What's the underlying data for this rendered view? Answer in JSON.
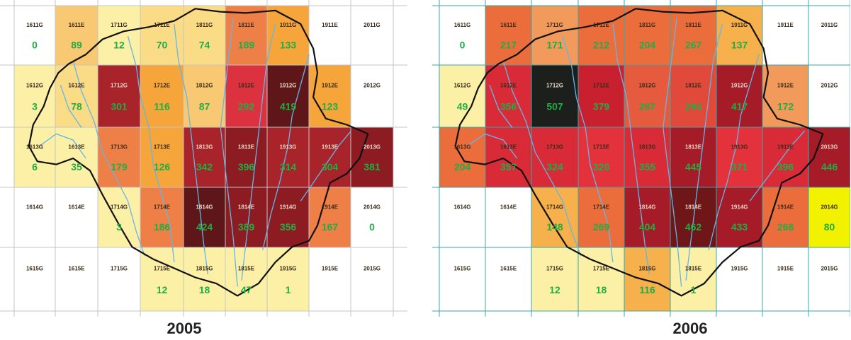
{
  "maps": [
    {
      "year": "2005",
      "colors": {
        "grid": "#c4c4c4",
        "boundary": "#111111",
        "river": "#63b6e6",
        "count": "#1fae43",
        "code": "#3a2a1a"
      },
      "cells": [
        [
          {
            "code": "1611G",
            "count": "0",
            "color": "#ffffff"
          },
          {
            "code": "1611E",
            "count": "89",
            "color": "#f9c873"
          },
          {
            "code": "1711G",
            "count": "12",
            "color": "#fbf0a6"
          },
          {
            "code": "1711E",
            "count": "70",
            "color": "#fbdc86"
          },
          {
            "code": "1811G",
            "count": "74",
            "color": "#fbdc86"
          },
          {
            "code": "1811E",
            "count": "189",
            "color": "#ee8047"
          },
          {
            "code": "1911G",
            "count": "133",
            "color": "#f6a53a"
          },
          {
            "code": "1911E",
            "count": "",
            "color": "#ffffff"
          },
          {
            "code": "2011G",
            "count": "",
            "color": "#ffffff"
          }
        ],
        [
          {
            "code": "1612G",
            "count": "3",
            "color": "#fbf0a6"
          },
          {
            "code": "1612E",
            "count": "78",
            "color": "#fbdc86"
          },
          {
            "code": "1712G",
            "count": "301",
            "color": "#a8232a"
          },
          {
            "code": "1712E",
            "count": "116",
            "color": "#f6a53a"
          },
          {
            "code": "1812G",
            "count": "87",
            "color": "#f9c873"
          },
          {
            "code": "1812E",
            "count": "292",
            "color": "#dc3240"
          },
          {
            "code": "1912G",
            "count": "419",
            "color": "#5e1618"
          },
          {
            "code": "1912E",
            "count": "123",
            "color": "#f6a53a"
          },
          {
            "code": "2012G",
            "count": "",
            "color": "#ffffff"
          }
        ],
        [
          {
            "code": "1613G",
            "count": "6",
            "color": "#fbf0a6"
          },
          {
            "code": "1613E",
            "count": "35",
            "color": "#fbf0a6"
          },
          {
            "code": "1713G",
            "count": "179",
            "color": "#ee8047"
          },
          {
            "code": "1713E",
            "count": "126",
            "color": "#f6a53a"
          },
          {
            "code": "1813G",
            "count": "342",
            "color": "#a8232a"
          },
          {
            "code": "1813E",
            "count": "396",
            "color": "#8c1c22"
          },
          {
            "code": "1913G",
            "count": "314",
            "color": "#a8232a"
          },
          {
            "code": "1913E",
            "count": "304",
            "color": "#a8232a"
          },
          {
            "code": "2013G",
            "count": "381",
            "color": "#8c1c22"
          }
        ],
        [
          {
            "code": "1614G",
            "count": "",
            "color": "#ffffff"
          },
          {
            "code": "1614E",
            "count": "",
            "color": "#ffffff"
          },
          {
            "code": "1714G",
            "count": "3",
            "color": "#fbf0a6"
          },
          {
            "code": "1714E",
            "count": "186",
            "color": "#ee8047"
          },
          {
            "code": "1814G",
            "count": "424",
            "color": "#5e1618"
          },
          {
            "code": "1814E",
            "count": "389",
            "color": "#8c1c22"
          },
          {
            "code": "1914G",
            "count": "356",
            "color": "#8c1c22"
          },
          {
            "code": "1914E",
            "count": "167",
            "color": "#ee8047"
          },
          {
            "code": "2014G",
            "count": "0",
            "color": "#ffffff"
          }
        ],
        [
          {
            "code": "1615G",
            "count": "",
            "color": "#ffffff"
          },
          {
            "code": "1615E",
            "count": "",
            "color": "#ffffff"
          },
          {
            "code": "1715G",
            "count": "",
            "color": "#ffffff"
          },
          {
            "code": "1715E",
            "count": "12",
            "color": "#fbf0a6"
          },
          {
            "code": "1815G",
            "count": "18",
            "color": "#fbf0a6"
          },
          {
            "code": "1815E",
            "count": "47",
            "color": "#fbf0a6"
          },
          {
            "code": "1915G",
            "count": "1",
            "color": "#fbf0a6"
          },
          {
            "code": "1915E",
            "count": "",
            "color": "#ffffff"
          },
          {
            "code": "2015G",
            "count": "",
            "color": "#ffffff"
          }
        ]
      ]
    },
    {
      "year": "2006",
      "colors": {
        "grid": "#3aa7a9",
        "boundary": "#111111",
        "river": "#63b6e6",
        "count": "#1fae43",
        "code": "#3a2a1a"
      },
      "cells": [
        [
          {
            "code": "1611G",
            "count": "0",
            "color": "#ffffff"
          },
          {
            "code": "1611E",
            "count": "217",
            "color": "#ec6d3c"
          },
          {
            "code": "1711G",
            "count": "171",
            "color": "#f19a5c"
          },
          {
            "code": "1711E",
            "count": "212",
            "color": "#ec6d3c"
          },
          {
            "code": "1811G",
            "count": "204",
            "color": "#ec6d3c"
          },
          {
            "code": "1811E",
            "count": "267",
            "color": "#ec6d3c"
          },
          {
            "code": "1911G",
            "count": "137",
            "color": "#f6b04c"
          },
          {
            "code": "1911E",
            "count": "",
            "color": "#ffffff"
          },
          {
            "code": "2011G",
            "count": "",
            "color": "#ffffff"
          }
        ],
        [
          {
            "code": "1612G",
            "count": "49",
            "color": "#fbf0a6"
          },
          {
            "code": "1612E",
            "count": "356",
            "color": "#d92a38"
          },
          {
            "code": "1712G",
            "count": "507",
            "color": "#1c1f1c"
          },
          {
            "code": "1712E",
            "count": "379",
            "color": "#c8202e"
          },
          {
            "code": "1812G",
            "count": "267",
            "color": "#e65a3e"
          },
          {
            "code": "1812E",
            "count": "294",
            "color": "#e14a3b"
          },
          {
            "code": "1912G",
            "count": "417",
            "color": "#a51c28"
          },
          {
            "code": "1912E",
            "count": "172",
            "color": "#f19a5c"
          },
          {
            "code": "2012G",
            "count": "",
            "color": "#ffffff"
          }
        ],
        [
          {
            "code": "1613G",
            "count": "204",
            "color": "#ec6d3c"
          },
          {
            "code": "1613E",
            "count": "357",
            "color": "#d92a38"
          },
          {
            "code": "1713G",
            "count": "324",
            "color": "#d92a38"
          },
          {
            "code": "1713E",
            "count": "320",
            "color": "#e3323b"
          },
          {
            "code": "1813G",
            "count": "355",
            "color": "#d92a38"
          },
          {
            "code": "1813E",
            "count": "445",
            "color": "#a51c28"
          },
          {
            "code": "1913G",
            "count": "371",
            "color": "#e3323b"
          },
          {
            "code": "1913E",
            "count": "396",
            "color": "#d92a38"
          },
          {
            "code": "2013G",
            "count": "446",
            "color": "#a51c28"
          }
        ],
        [
          {
            "code": "1614G",
            "count": "",
            "color": "#ffffff"
          },
          {
            "code": "1614E",
            "count": "",
            "color": "#ffffff"
          },
          {
            "code": "1714G",
            "count": "148",
            "color": "#f6b04c"
          },
          {
            "code": "1714E",
            "count": "269",
            "color": "#ec6d3c"
          },
          {
            "code": "1814G",
            "count": "404",
            "color": "#a51c28"
          },
          {
            "code": "1814E",
            "count": "462",
            "color": "#6e1618"
          },
          {
            "code": "1914G",
            "count": "433",
            "color": "#a51c28"
          },
          {
            "code": "1914E",
            "count": "268",
            "color": "#ec6d3c"
          },
          {
            "code": "2014G",
            "count": "80",
            "color": "#f2f200"
          }
        ],
        [
          {
            "code": "1615G",
            "count": "",
            "color": "#ffffff"
          },
          {
            "code": "1615E",
            "count": "",
            "color": "#ffffff"
          },
          {
            "code": "1715G",
            "count": "12",
            "color": "#fbf0a6"
          },
          {
            "code": "1715E",
            "count": "18",
            "color": "#fbf0a6"
          },
          {
            "code": "1815G",
            "count": "116",
            "color": "#f6b04c"
          },
          {
            "code": "1815E",
            "count": "1",
            "color": "#fbf0a6"
          },
          {
            "code": "1915G",
            "count": "",
            "color": "#ffffff"
          },
          {
            "code": "1915E",
            "count": "",
            "color": "#ffffff"
          },
          {
            "code": "2015G",
            "count": "",
            "color": "#ffffff"
          }
        ]
      ]
    }
  ]
}
